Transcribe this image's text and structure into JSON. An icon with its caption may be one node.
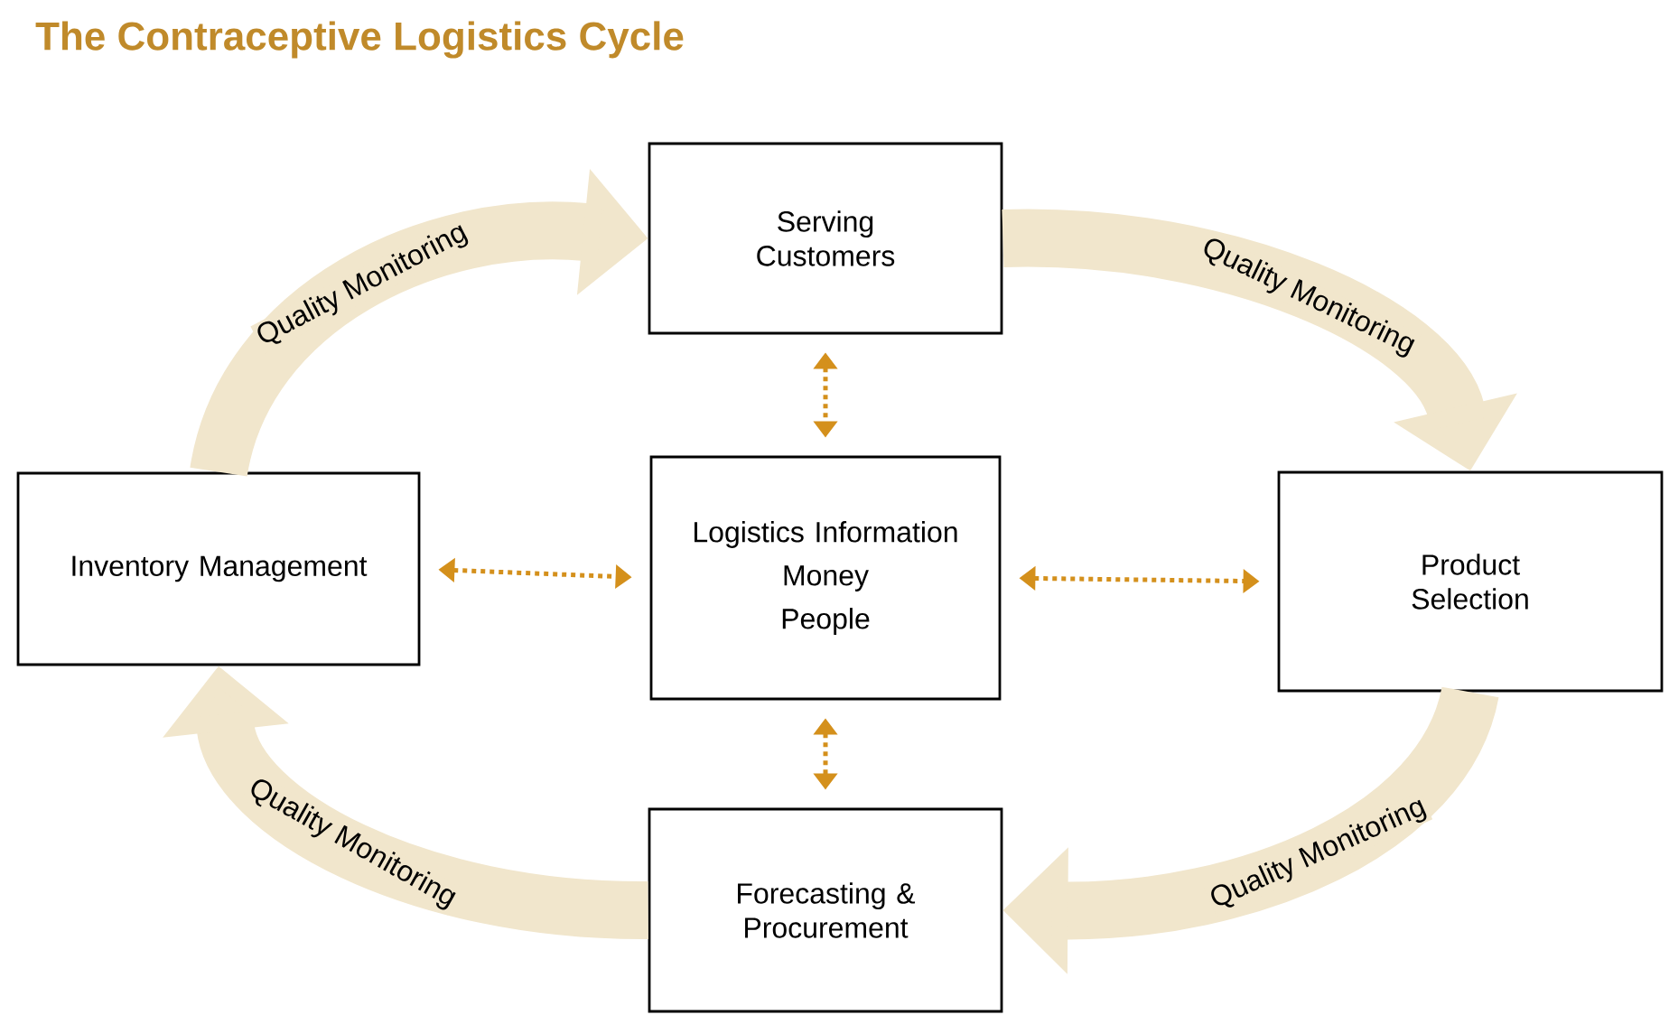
{
  "diagram": {
    "title": "The Contraceptive Logistics Cycle",
    "nodes": [
      {
        "text": [
          "Serving Customers"
        ]
      },
      {
        "text": [
          "Inventory Management"
        ]
      },
      {
        "text": [
          "Logistics Information",
          "Money",
          "People"
        ]
      },
      {
        "text": [
          "Product Selection"
        ]
      },
      {
        "text": [
          "Forecasting & Procurement"
        ]
      }
    ],
    "edges": [
      {
        "from": 0,
        "to": 2,
        "arrow": "both",
        "style": "dashed",
        "color": "#d4901c"
      },
      {
        "from": 1,
        "to": 2,
        "arrow": "both",
        "style": "dashed",
        "color": "#d4901c"
      },
      {
        "from": 2,
        "to": 3,
        "arrow": "both",
        "style": "dashed",
        "color": "#d4901c"
      },
      {
        "from": 2,
        "to": 4,
        "arrow": "both",
        "style": "dashed",
        "color": "#d4901c"
      },
      {
        "from": 1,
        "to": 0,
        "arrow": "to",
        "label": "Quality Monitoring",
        "style": "thick",
        "color": "#f1e6cc"
      },
      {
        "from": 0,
        "to": 3,
        "arrow": "to",
        "label": "Quality Monitoring",
        "style": "thick",
        "color": "#f1e6cc"
      },
      {
        "from": 3,
        "to": 4,
        "arrow": "to",
        "label": "Quality Monitoring",
        "style": "thick",
        "color": "#f1e6cc"
      },
      {
        "from": 4,
        "to": 1,
        "arrow": "to",
        "label": "Quality Monitoring",
        "style": "thick",
        "color": "#f1e6cc"
      }
    ]
  }
}
